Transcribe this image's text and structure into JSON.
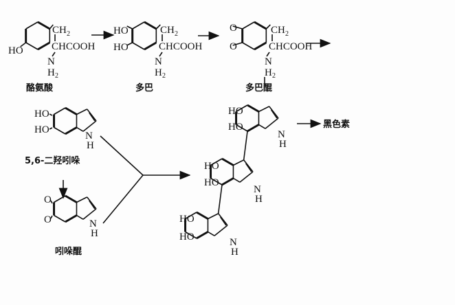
{
  "labels": {
    "tyrosine": "酪氨酸",
    "dopa": "多巴",
    "dopaquinone": "多巴醌",
    "dihydroxyindole": "5,6-二羟吲哚",
    "indolequinone": "吲哚醌",
    "melanin": "黑色素"
  },
  "atoms": {
    "ho": "HO",
    "o": "O",
    "ch": "CH",
    "chcooh": "CHCOOH",
    "n": "N",
    "h": "H",
    "sub2": "2"
  }
}
